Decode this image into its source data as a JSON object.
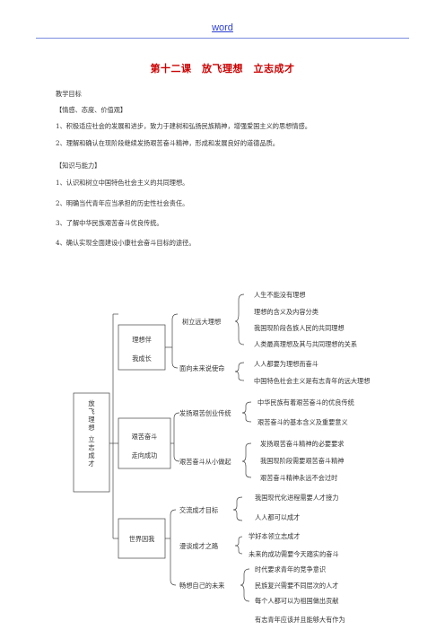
{
  "header": {
    "link_text": "word"
  },
  "title": "第十二课　放飞理想　立志成才",
  "paragraphs": [
    "教学目标",
    "【情感、态度、价值观】",
    "1、积极适应社会的发展和进步，致力于建树和弘扬民族精神，增强爱国主义的思想情感。",
    "2、理解和确认在现阶段继续发扬艰苦奋斗精神，形成和发展良好的道德品质。",
    "【知识与能力】",
    "1、认识和树立中国特色社会主义的共同理想。",
    "2、明确当代青年应当承担的历史性社会责任。",
    "3、了解中华民族艰苦奋斗优良传统。",
    "4、确认实现全面建设小康社会奋斗目标的途径。"
  ],
  "diagram": {
    "root": "放飞理想 立志成才",
    "sections": [
      {
        "label_line1": "理想伴",
        "label_line2": "我成长",
        "topics": [
          {
            "label": "树立远大理想",
            "points": [
              "人生不能没有理想",
              "理想的含义及内容分类",
              "我国现阶段各族人民的共同理想",
              "人类最高理想及其与共同理想的关系"
            ]
          },
          {
            "label": "面向未来说使命",
            "points": [
              "人人都要为理想而奋斗",
              "中国特色社会主义是有志青年的远大理想"
            ]
          }
        ]
      },
      {
        "label_line1": "艰苦奋斗",
        "label_line2": "走向成功",
        "topics": [
          {
            "label": "发扬艰苦创业传统",
            "points": [
              "中华民族有着艰苦奋斗的优良传统",
              "艰苦奋斗的基本含义及重要意义"
            ]
          },
          {
            "label": "艰苦奋斗从小做起",
            "points": [
              "发扬艰苦奋斗精神的必要要求",
              "我国现阶段需要艰苦奋斗精神",
              "艰苦奋斗精神永远不会过时"
            ]
          }
        ]
      },
      {
        "label_line1": "世界因我",
        "label_line2": "",
        "topics": [
          {
            "label": "交流成才目标",
            "points": [
              "我国现代化进程需要人才接力",
              "人人都可以成才"
            ]
          },
          {
            "label": "漫谈成才之路",
            "points": [
              "学好本领立志成才",
              "未来的成功需要今天踏实的奋斗"
            ]
          },
          {
            "label": "畅想自己的未来",
            "points": [
              "时代要求青年的竞争意识",
              "民族复兴需要不同层次的人才",
              "每个人都可以为祖国做出贡献",
              "有志青年应该并且能够大有作为"
            ]
          }
        ]
      }
    ]
  }
}
